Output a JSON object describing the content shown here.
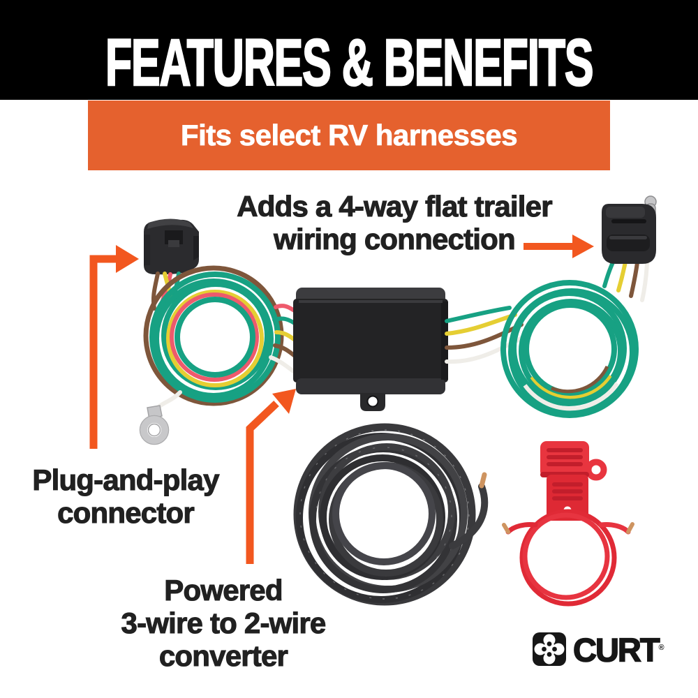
{
  "header": {
    "title": "FEATURES & BENEFITS"
  },
  "banner": {
    "text": "Fits select RV harnesses"
  },
  "callouts": {
    "four_way": {
      "line1": "Adds a 4-way flat trailer",
      "line2": "wiring connection"
    },
    "plug": {
      "line1": "Plug-and-play",
      "line2": "connector"
    },
    "converter": {
      "line1": "Powered",
      "line2": "3-wire to 2-wire",
      "line3": "converter"
    }
  },
  "brand": {
    "name": "CURT",
    "registered": "®"
  },
  "colors": {
    "banner_orange": "#E5612E",
    "arrow_orange": "#F2571F",
    "text_dark": "#212121",
    "wire_green": "#17A183",
    "wire_yellow": "#E5CE33",
    "wire_red": "#EE5A6C",
    "wire_brown": "#7E563B",
    "wire_white": "#EFEDE8",
    "fuse_red": "#E8353F",
    "fuse_red_dark": "#C21E2B",
    "cable_black": "#39393C",
    "copper": "#CE9460"
  }
}
